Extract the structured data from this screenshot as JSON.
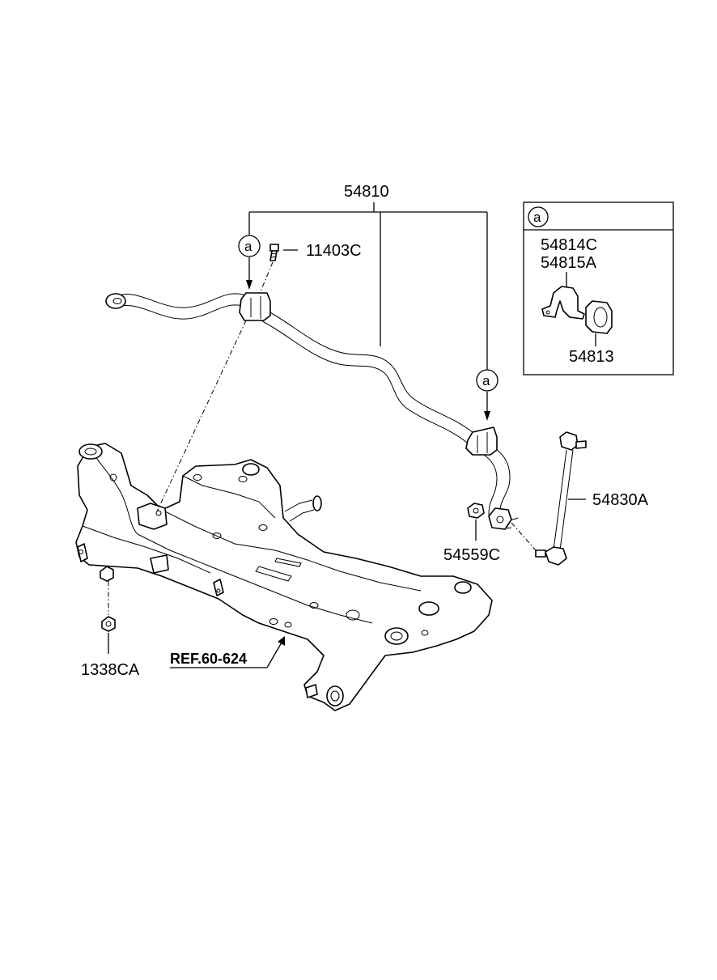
{
  "labels": {
    "stabilizer_bar": "54810",
    "bolt": "11403C",
    "link": "54830A",
    "link_nut": "54559C",
    "crossmember_nut": "1338CA",
    "reference": "REF.60-624"
  },
  "detail_box": {
    "marker": "a",
    "part_1": "54814C",
    "part_2": "54815A",
    "part_3": "54813"
  },
  "markers": {
    "left": "a",
    "right": "a"
  }
}
